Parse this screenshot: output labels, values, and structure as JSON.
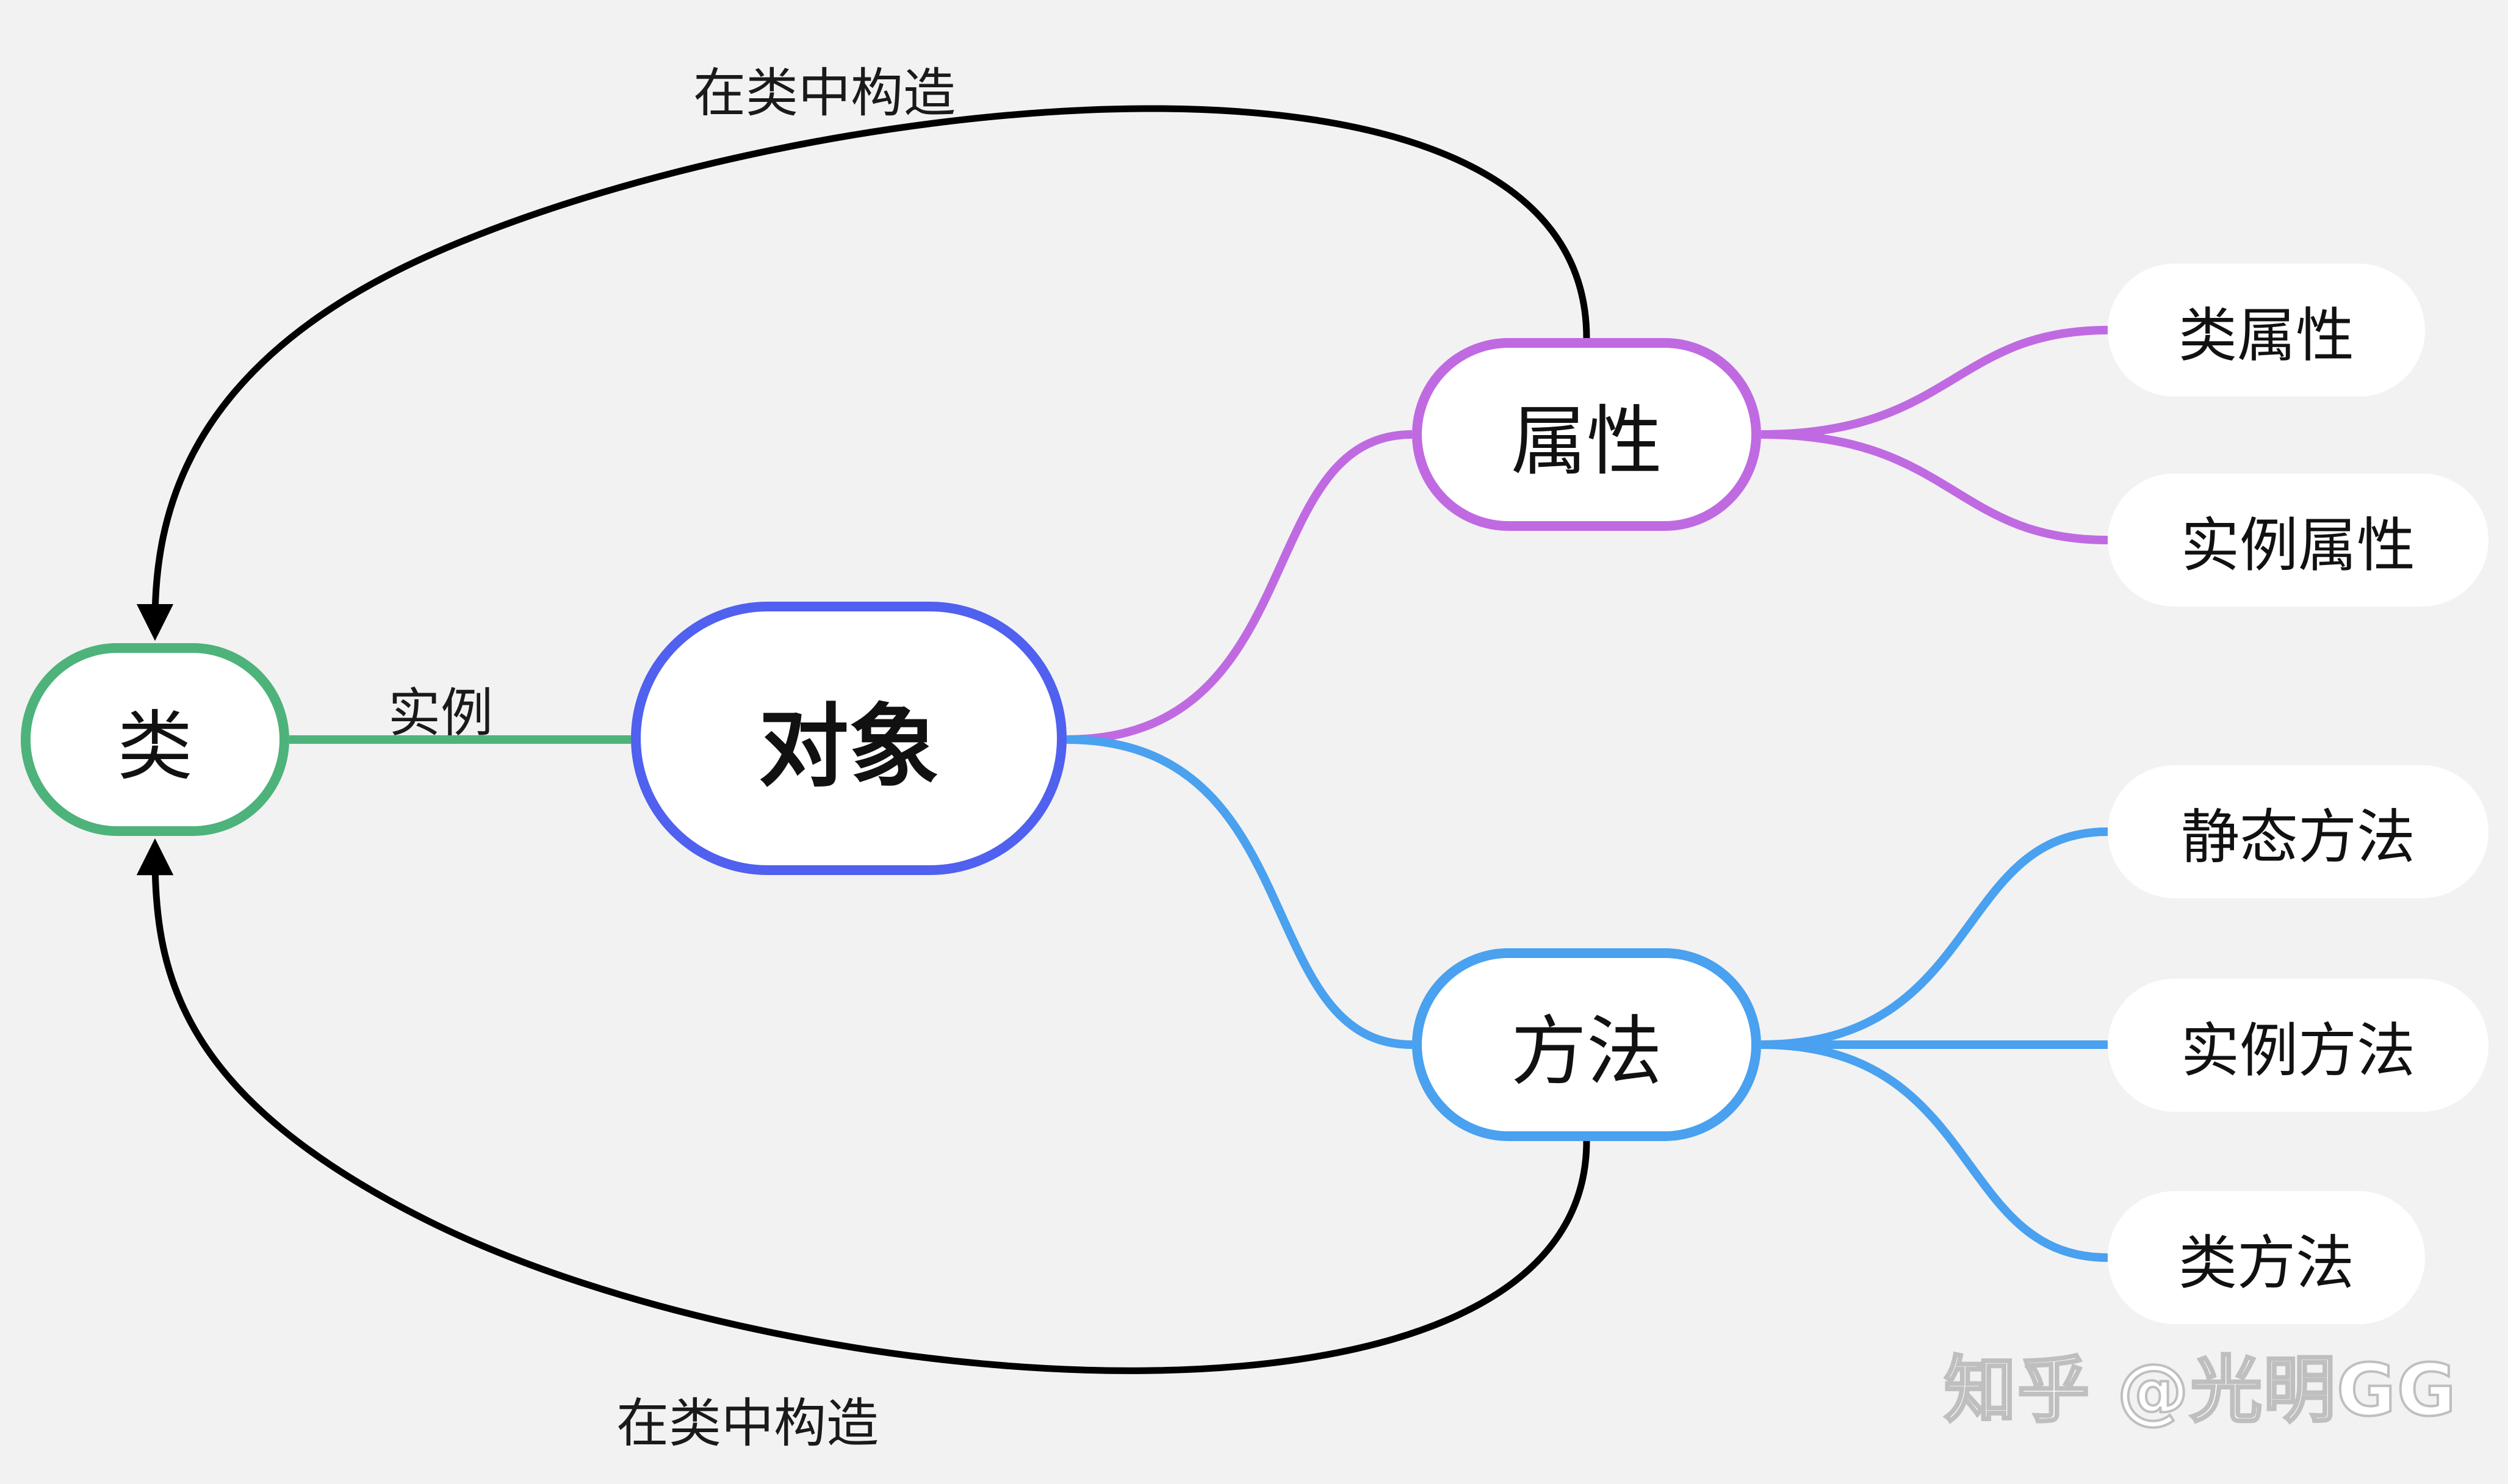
{
  "diagram": {
    "nodes": {
      "class": "类",
      "object": "对象",
      "attributes": "属性",
      "methods": "方法"
    },
    "leaves": {
      "class_attribute": "类属性",
      "instance_attribute": "实例属性",
      "static_method": "静态方法",
      "instance_method": "实例方法",
      "class_method": "类方法"
    },
    "edge_labels": {
      "construct_top": "在类中构造",
      "instance": "实例",
      "construct_bottom": "在类中构造"
    }
  },
  "watermark": "知乎 @光明GG",
  "colors": {
    "background": "#f2f2f2",
    "class_green": "#4db37a",
    "object_blue": "#5060ef",
    "attribute_purple": "#c06ae2",
    "method_blue": "#49a1ef",
    "arrow_black": "#000000"
  }
}
